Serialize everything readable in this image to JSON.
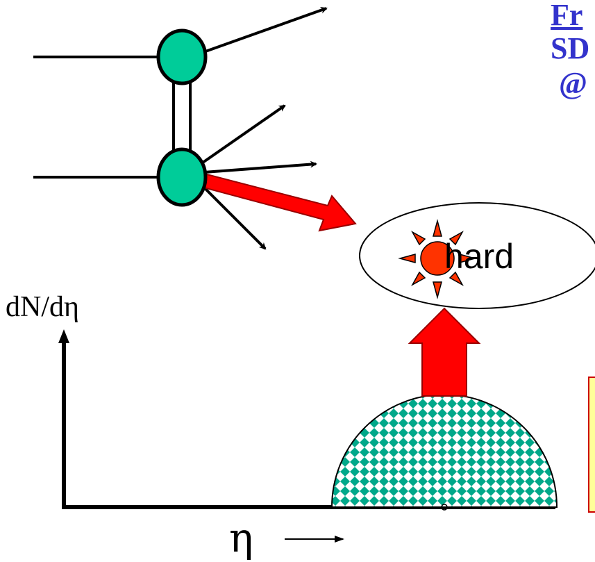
{
  "title": {
    "line1": "Fr",
    "line2": "SD",
    "line3": "@"
  },
  "axes": {
    "ylabel": "dN/dη",
    "xlabel": "η"
  },
  "hard_label": "hard",
  "colors": {
    "vertex": "#00cc99",
    "arrow": "#ff0000",
    "hard_sun": "#ff3300",
    "title": "#3333cc",
    "note_fill": "#ffff99",
    "note_border": "#cc0000"
  },
  "icons": {
    "hard_symbol": "sun-icon"
  }
}
